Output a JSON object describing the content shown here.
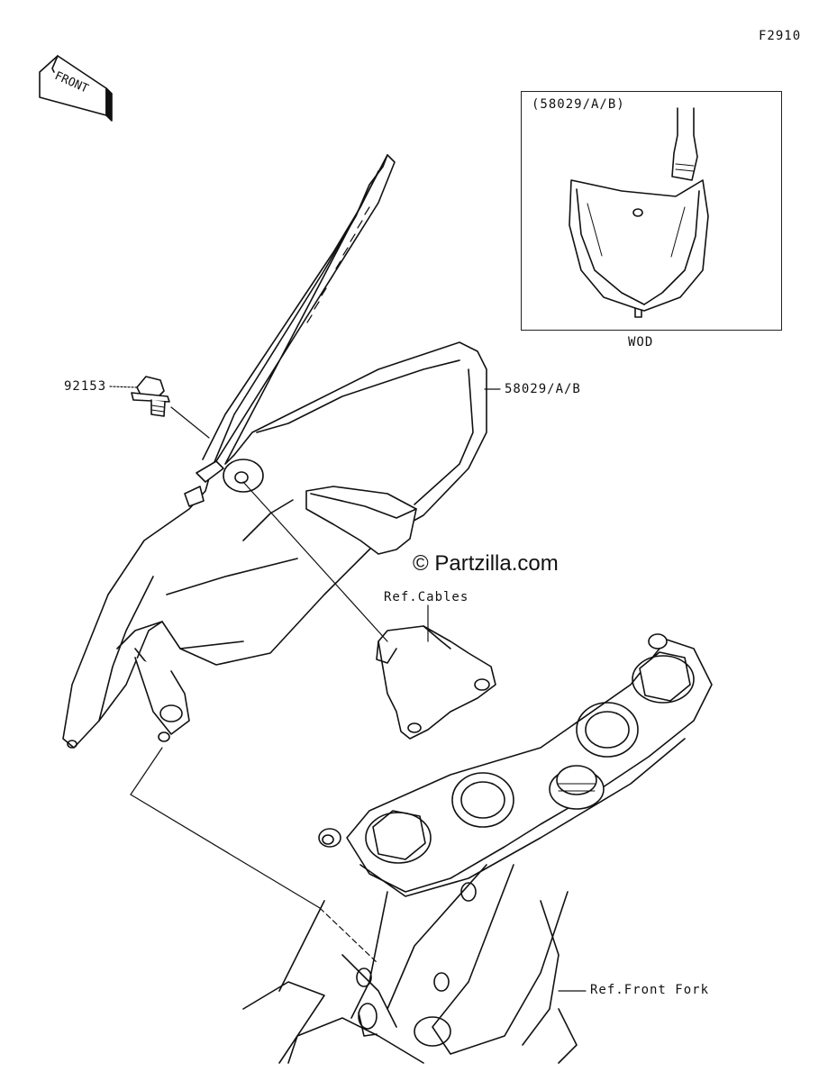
{
  "figure_code": "F2910",
  "direction_label": "FRONT",
  "watermark": "© Partzilla.com",
  "parts": {
    "bolt": "92153",
    "number_plate": "58029/A/B",
    "inset_title": "(58029/A/B)",
    "inset_note": "WOD"
  },
  "references": {
    "cables": "Ref.Cables",
    "front_fork": "Ref.Front Fork"
  }
}
